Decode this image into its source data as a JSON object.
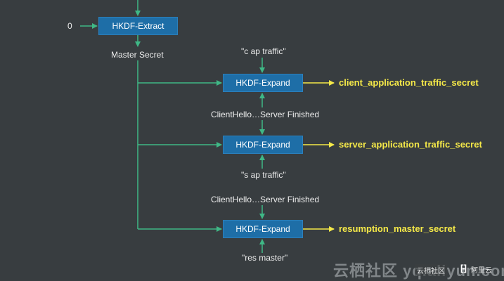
{
  "inputs": {
    "zero": "0",
    "master_secret": "Master Secret",
    "c_ap_traffic": "\"c ap traffic\"",
    "s_ap_traffic": "\"s ap traffic\"",
    "res_master": "\"res master\"",
    "transcript_1": "ClientHello…Server Finished",
    "transcript_2": "ClientHello…Server Finished"
  },
  "boxes": {
    "extract": "HKDF-Extract",
    "expand_1": "HKDF-Expand",
    "expand_2": "HKDF-Expand",
    "expand_3": "HKDF-Expand"
  },
  "outputs": {
    "client_secret": "client_application_traffic_secret",
    "server_secret": "server_application_traffic_secret",
    "resumption_secret": "resumption_master_secret"
  },
  "watermark": {
    "site_cn": "云栖社区 yq.aliyun.com",
    "small_text": "云栖社区",
    "logo": "[-]",
    "brand": "阿里云"
  },
  "colors": {
    "background": "#383d40",
    "arrow": "#3fb886",
    "box": "#1e6ea7",
    "output_text": "#f5e948",
    "output_arrow": "#f5e948"
  }
}
